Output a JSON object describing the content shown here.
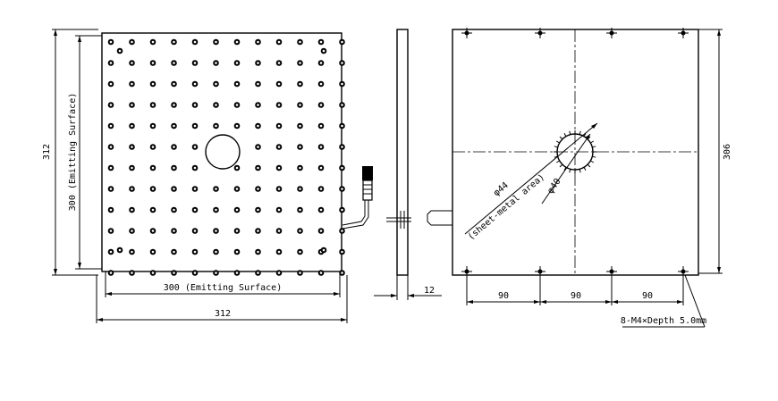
{
  "front_view": {
    "width_outer": "312",
    "width_emitting": "300 (Emitting Surface)",
    "height_outer": "312",
    "height_emitting": "300 (Emitting Surface)"
  },
  "side_view": {
    "thickness": "12"
  },
  "back_view": {
    "height": "306",
    "hole_outer": "φ44",
    "hole_note": "(sheet-metal area)",
    "hole_inner": "φ40",
    "spacing_1": "90",
    "spacing_2": "90",
    "spacing_3": "90",
    "screw_note": "8-M4×Depth 5.0mm"
  },
  "colors": {
    "line": "#000000",
    "background": "#ffffff"
  }
}
